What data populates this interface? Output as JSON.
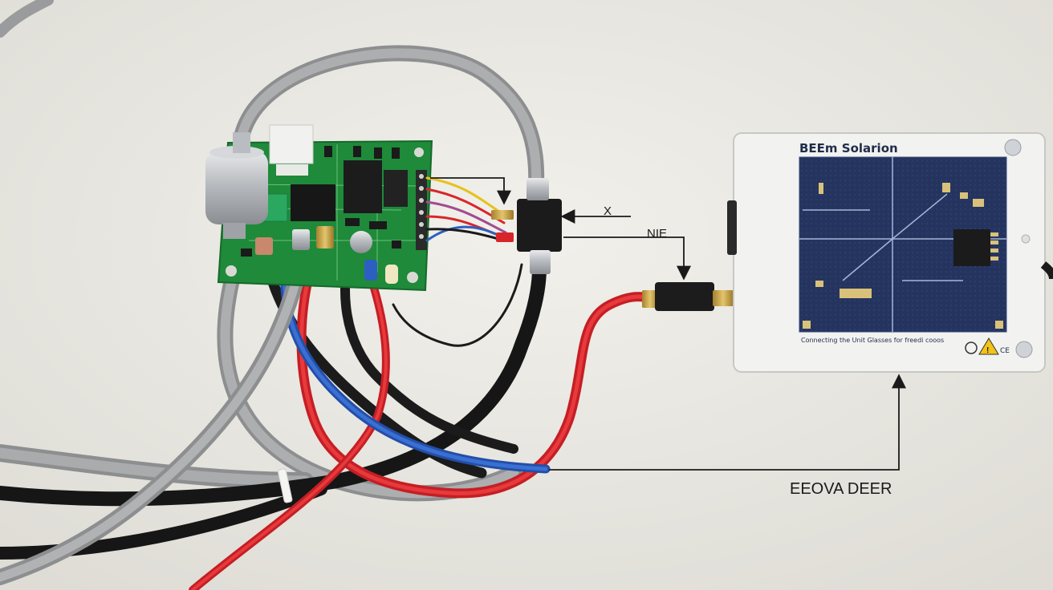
{
  "annotations": {
    "x_label": "X",
    "nie_label": "NIE",
    "bottom_label": "EEOVA DEER"
  },
  "device": {
    "brand": "BEEm Solarion",
    "footnote": "Connecting the Unit Glasses for freedi cooos",
    "warning_icon": "warning-triangle-icon",
    "ce_mark": "CE"
  },
  "colors": {
    "background": "#e9e8e2",
    "pcb_green": "#1e8a3a",
    "device_white": "#f2f2f0",
    "board_blue": "#24345e",
    "wire_red": "#d8262b",
    "wire_blue": "#2d5fc2",
    "wire_black": "#1c1c1c",
    "wire_gray": "#9a9b9d"
  }
}
